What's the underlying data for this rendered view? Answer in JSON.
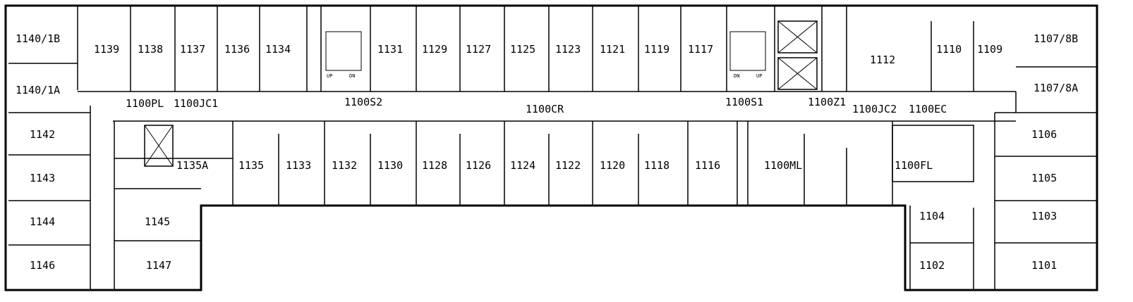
{
  "plan": {
    "rooms_top": [
      "1140/1B",
      "1139",
      "1138",
      "1137",
      "1136",
      "1134",
      "1131",
      "1129",
      "1127",
      "1125",
      "1123",
      "1121",
      "1119",
      "1117",
      "1112",
      "1110",
      "1109",
      "1107/8B"
    ],
    "rooms_top_lower": [
      "1140/1A",
      "1107/8A"
    ],
    "callouts": [
      "1100PL",
      "1100JC1",
      "1100S2",
      "1100CR",
      "1100S1",
      "1100Z1",
      "1100JC2",
      "1100EC"
    ],
    "rooms_bottom": [
      "1135A",
      "1135",
      "1133",
      "1132",
      "1130",
      "1128",
      "1126",
      "1124",
      "1122",
      "1120",
      "1118",
      "1116",
      "1100ML",
      "1100FL"
    ],
    "left_wing": [
      "1142",
      "1143",
      "1144",
      "1145",
      "1146",
      "1147"
    ],
    "right_wing": [
      "1106",
      "1105",
      "1104",
      "1103",
      "1102",
      "1101"
    ],
    "stair_labels": [
      "UP",
      "DN"
    ]
  }
}
